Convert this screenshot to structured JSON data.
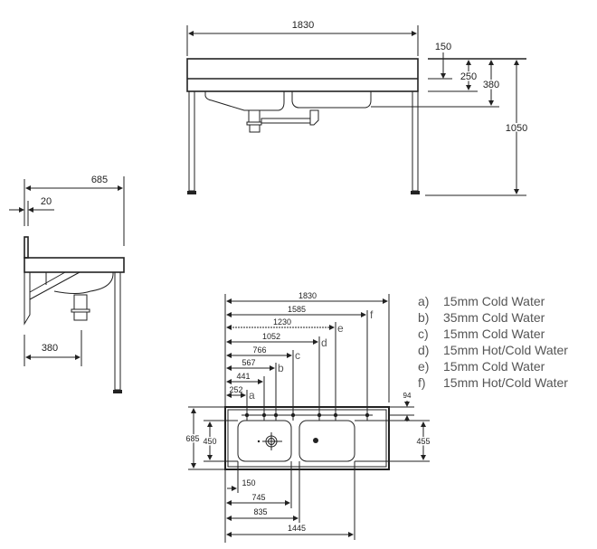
{
  "front_view": {
    "width": "1830",
    "d150": "150",
    "d250": "250",
    "d380": "380",
    "d1050": "1050"
  },
  "side_view": {
    "depth": "685",
    "upstand": "20",
    "bowl_offset": "380"
  },
  "plan_view": {
    "top_dims": [
      "1830",
      "1585",
      "1230",
      "1052",
      "766",
      "567",
      "441",
      "252"
    ],
    "tap_letters": [
      "f",
      "e",
      "d",
      "c",
      "b",
      "a"
    ],
    "depth": "685",
    "bowl_left": "450",
    "bowl_right": "455",
    "tap_offset": "94",
    "bottom_dims": [
      "150",
      "745",
      "835",
      "1445"
    ]
  },
  "legend": [
    {
      "key": "a)",
      "text": "15mm Cold Water"
    },
    {
      "key": "b)",
      "text": "35mm Cold Water"
    },
    {
      "key": "c)",
      "text": "15mm Cold Water"
    },
    {
      "key": "d)",
      "text": "15mm Hot/Cold Water"
    },
    {
      "key": "e)",
      "text": "15mm Cold Water"
    },
    {
      "key": "f)",
      "text": "15mm Hot/Cold Water"
    }
  ]
}
